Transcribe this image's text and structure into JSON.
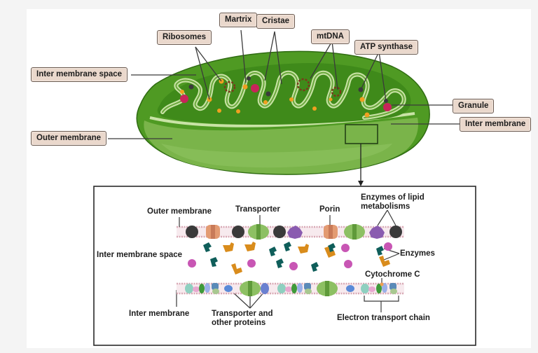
{
  "diagram": {
    "title": "Mitochondrion structure",
    "top_labels": {
      "ribosomes": "Ribosomes",
      "matrix": "Martrix",
      "cristae": "Cristae",
      "mtdna": "mtDNA",
      "atp_synthase": "ATP synthase",
      "inter_membrane_space": "Inter membrane space",
      "outer_membrane": "Outer membrane",
      "granule": "Granule",
      "inter_membrane": "Inter membrane"
    },
    "inset_labels": {
      "outer_membrane": "Outer membrane",
      "transporter": "Transporter",
      "porin": "Porin",
      "enzymes_lipid_line1": "Enzymes of lipid",
      "enzymes_lipid_line2": "metabolisms",
      "inter_membrane_space": "Inter membrane space",
      "enzymes": "Enzymes",
      "cytochrome_c": "Cytochrome C",
      "inter_membrane": "Inter membrane",
      "transporter_other_line1": "Transporter and",
      "transporter_other_line2": "other proteins",
      "electron_transport_chain": "Electron transport chain"
    },
    "colors": {
      "outer_green": "#4f9a23",
      "dark_green": "#3f8a1a",
      "light_green": "#8dc063",
      "crista_fill": "#c9e3a6",
      "label_fill": "#ead8cc",
      "granule": "#c8245a",
      "ribosome": "#f0a020",
      "teal_enzyme": "#0f5e5a",
      "orange_enzyme": "#d98c1c",
      "pink_enzyme": "#c856b4"
    }
  }
}
